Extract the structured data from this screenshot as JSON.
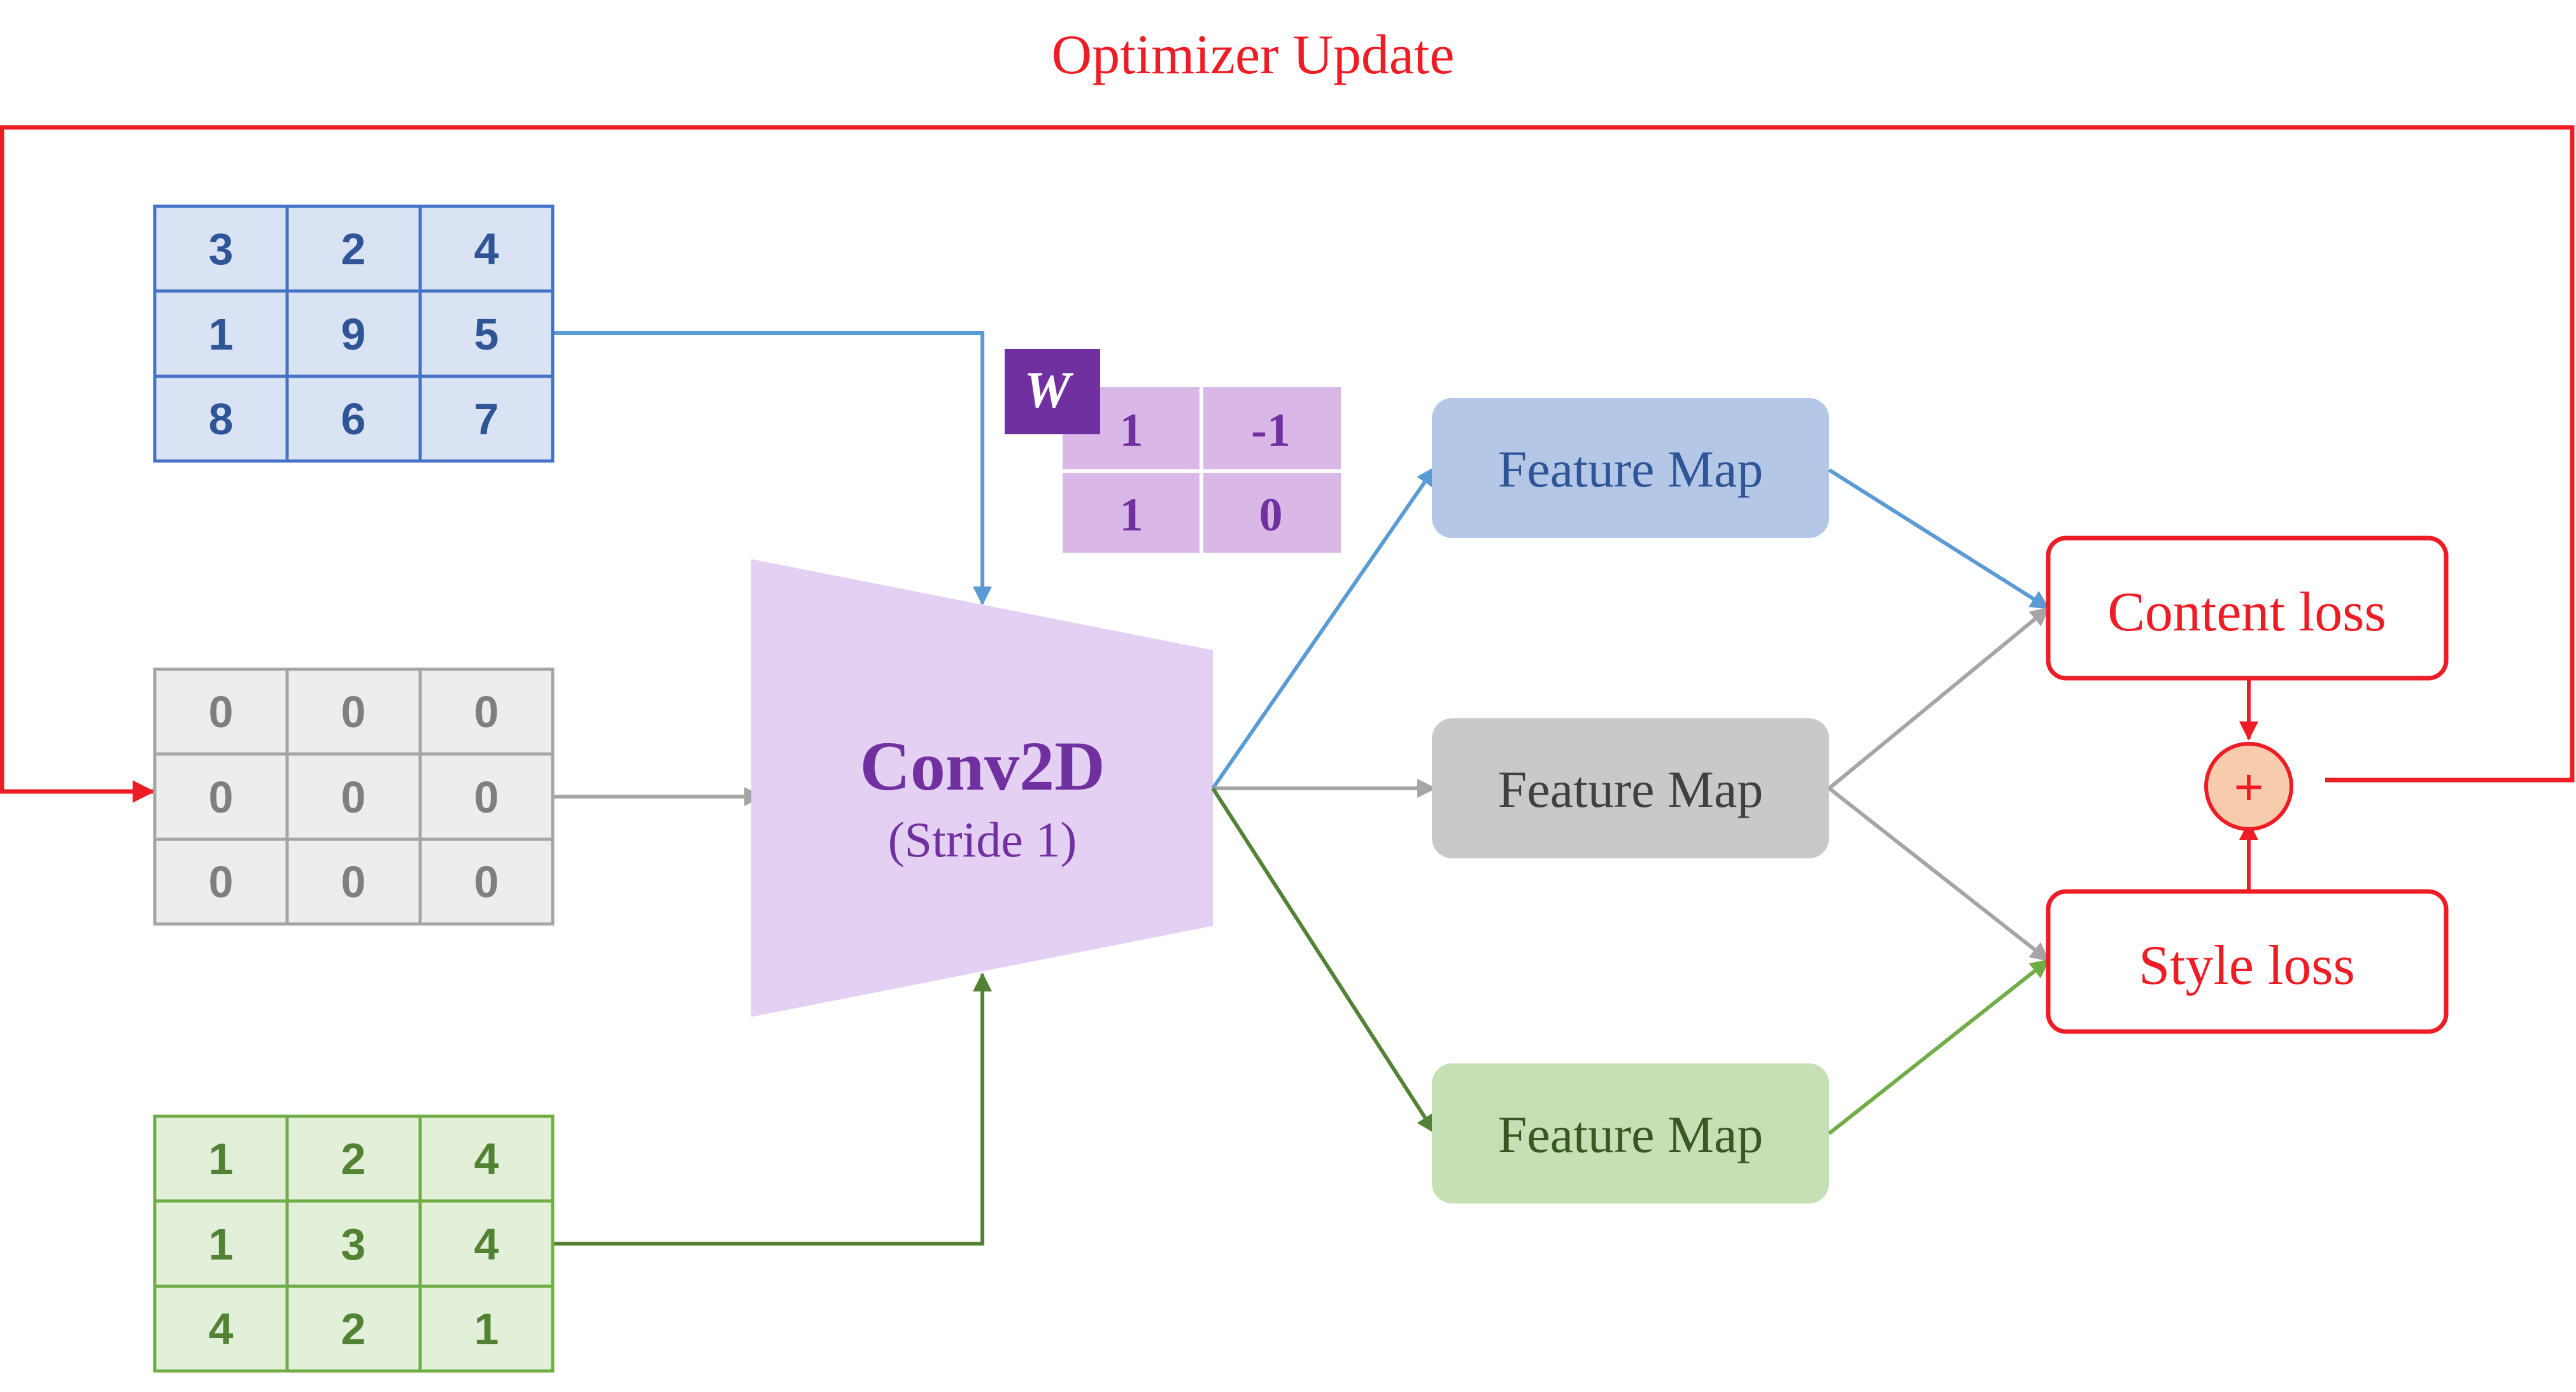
{
  "title": "Optimizer Update",
  "matrices": {
    "content": {
      "rows": [
        [
          "3",
          "2",
          "4"
        ],
        [
          "1",
          "9",
          "5"
        ],
        [
          "8",
          "6",
          "7"
        ]
      ],
      "fill": "#dae3f3",
      "stroke": "#4472c4",
      "text": "#2f5597"
    },
    "generated": {
      "rows": [
        [
          "0",
          "0",
          "0"
        ],
        [
          "0",
          "0",
          "0"
        ],
        [
          "0",
          "0",
          "0"
        ]
      ],
      "fill": "#ededed",
      "stroke": "#a5a5a5",
      "text": "#7f7f7f"
    },
    "style": {
      "rows": [
        [
          "1",
          "2",
          "4"
        ],
        [
          "1",
          "3",
          "4"
        ],
        [
          "4",
          "2",
          "1"
        ]
      ],
      "fill": "#e2f0d9",
      "stroke": "#70ad47",
      "text": "#548235"
    }
  },
  "kernel": {
    "label": "W",
    "rows": [
      [
        "1",
        "-1"
      ],
      [
        "1",
        "0"
      ]
    ],
    "fill": "#d9b8e8",
    "label_fill": "#7030a0"
  },
  "conv": {
    "title": "Conv2D",
    "subtitle": "(Stride 1)",
    "fill": "#e3d0f2"
  },
  "feature_maps": [
    {
      "label": "Feature Map",
      "fill": "#b4c7e7",
      "text": "#2f5597",
      "line": "#5b9bd5"
    },
    {
      "label": "Feature Map",
      "fill": "#c9c9c9",
      "text": "#404040",
      "line": "#a5a5a5"
    },
    {
      "label": "Feature Map",
      "fill": "#c5e0b4",
      "text": "#385723",
      "line": "#548235"
    }
  ],
  "losses": {
    "content": "Content loss",
    "style": "Style loss",
    "combine": "+"
  },
  "colors": {
    "red": "#ee1c24",
    "blue": "#5b9bd5",
    "gray": "#a5a5a5",
    "green": "#548235",
    "green_light": "#70ad47",
    "plus_fill": "#f8cbad"
  }
}
